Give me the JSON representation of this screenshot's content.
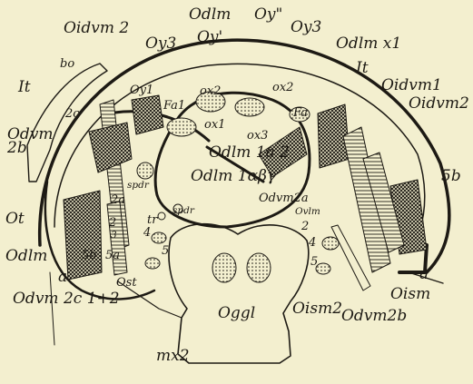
{
  "figure": {
    "background_color": "#f3efcf",
    "ink_color": "#1d1a14",
    "labels": {
      "odlm_top": "Odlm",
      "oy_prime": "Oy'",
      "oy_double": "Oy\"",
      "oidvm2_left": "Oidvm 2",
      "oy3_left": "Oy3",
      "oy3_right": "Oy3",
      "odlmx1": "Odlm x1",
      "bo": "bo",
      "it_left": "It",
      "it_right": "It",
      "oy1": "Oy1",
      "ox2_left": "ox2",
      "ox2_right": "ox2",
      "fa1": "Fa1",
      "fa_right": "Fa",
      "ox1": "ox1",
      "ox3": "ox3",
      "oidvm1": "Oidvm1",
      "oidvm2_right": "Oidvm2",
      "c2": "2c",
      "odvm2b_left": "Odvm\n2b",
      "odlm1a2": "Odlm 1a 2",
      "odlm1abg": "Odlm 1αβγ",
      "odvm2a": "Odvm2a",
      "spdr_upper": "spdr",
      "spdr_lower": "spdr",
      "l2a": "2a",
      "l2": "2",
      "tr": "tr",
      "l3": "3",
      "l4_left": "4",
      "l5_left": "5",
      "ot": "Ot",
      "odlm_left": "Odlm",
      "l5b_left": "5b",
      "l5a": "5a",
      "a_left": "a",
      "ost": "Ost",
      "odvm2c": "Odvm 2c 1+2",
      "mx2": "mx2",
      "oggl": "Oggl",
      "ovlm": "Ovlm",
      "l2_right": "2",
      "l4_right": "4",
      "l5_right": "5",
      "l5b_right": "5b",
      "a_right": "a",
      "oism2": "Oism2",
      "oism": "Oism",
      "odvm2b_right": "Odvm2b"
    }
  }
}
